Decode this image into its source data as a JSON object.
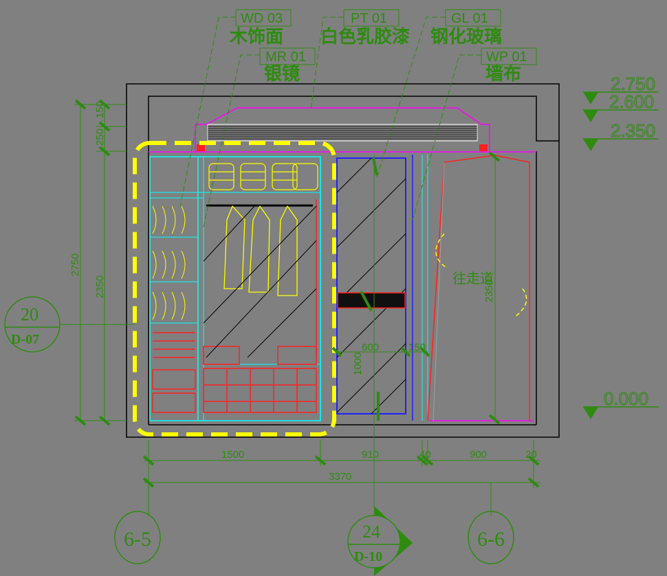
{
  "labels": {
    "wd": {
      "tag": "WD 03",
      "text": "木饰面"
    },
    "pt": {
      "tag": "PT 01",
      "text": "白色乳胶漆"
    },
    "gl": {
      "tag": "GL 01",
      "text": "钢化玻璃"
    },
    "mr": {
      "tag": "MR 01",
      "text": "银镜"
    },
    "wp": {
      "tag": "WP 01",
      "text": "墙布"
    }
  },
  "elevations": [
    "2.750",
    "2.600",
    "2.350",
    "0.000"
  ],
  "left_dims": {
    "d150": "150",
    "d250": "250",
    "d2750": "2750",
    "d2350": "2350"
  },
  "inner_dims": {
    "d600": "600",
    "d150": "150",
    "d1000": "1000",
    "d2350": "2350"
  },
  "bottom_dims": {
    "d1500": "1500",
    "d910": "910",
    "d40": "40",
    "d900": "900",
    "d20": "20",
    "total": "3370"
  },
  "callouts": {
    "left": {
      "num": "20",
      "ref": "D-07"
    },
    "bottom": {
      "num": "24",
      "ref": "D-10"
    }
  },
  "axes": {
    "a": "6-5",
    "b": "6-6"
  },
  "note": "往走道",
  "colors": {
    "background": "#808080",
    "annotation": "#2e8b10",
    "highlight": "#ffff00",
    "cyan": "#00ffff",
    "red": "#ff2020",
    "magenta": "#ff00ff",
    "blue": "#2020ff"
  }
}
